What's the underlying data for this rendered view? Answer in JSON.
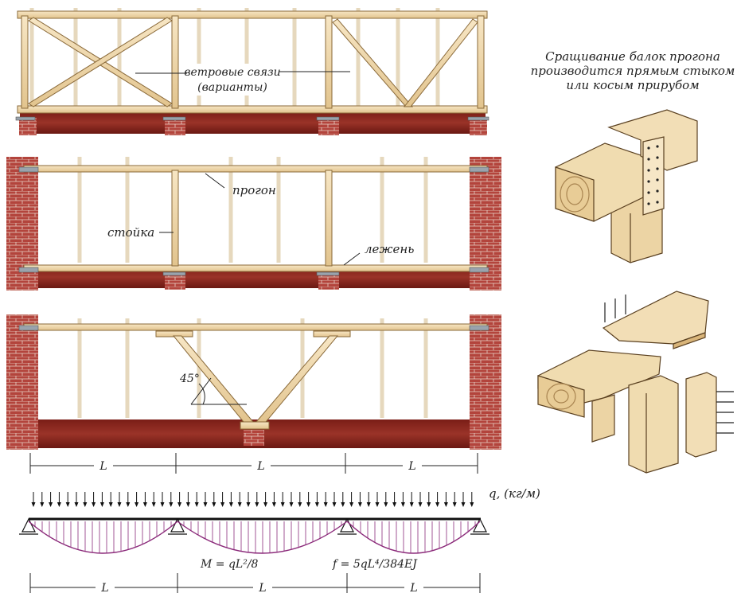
{
  "labels": {
    "wind_braces_1": "ветровые связи",
    "wind_braces_2": "(варианты)",
    "purlin": "прогон",
    "post": "стойка",
    "sill": "лежень",
    "angle": "45°",
    "span": "L",
    "load": "q, (кг/м)",
    "moment_formula": "M = qL²/8",
    "deflection_formula": "f = 5qL⁴/384EJ"
  },
  "note": {
    "line1": "Сращивание балок прогона",
    "line2": "производится прямым стыком",
    "line3": "или косым прирубом"
  },
  "colors": {
    "timber": "#f1dcb4",
    "timber_edge": "#8a6a3a",
    "brick": "#b0403a",
    "brick_dark": "#7a1e1a",
    "foundation": "#8a2a20",
    "moment_curve": "#8b2a7a"
  }
}
